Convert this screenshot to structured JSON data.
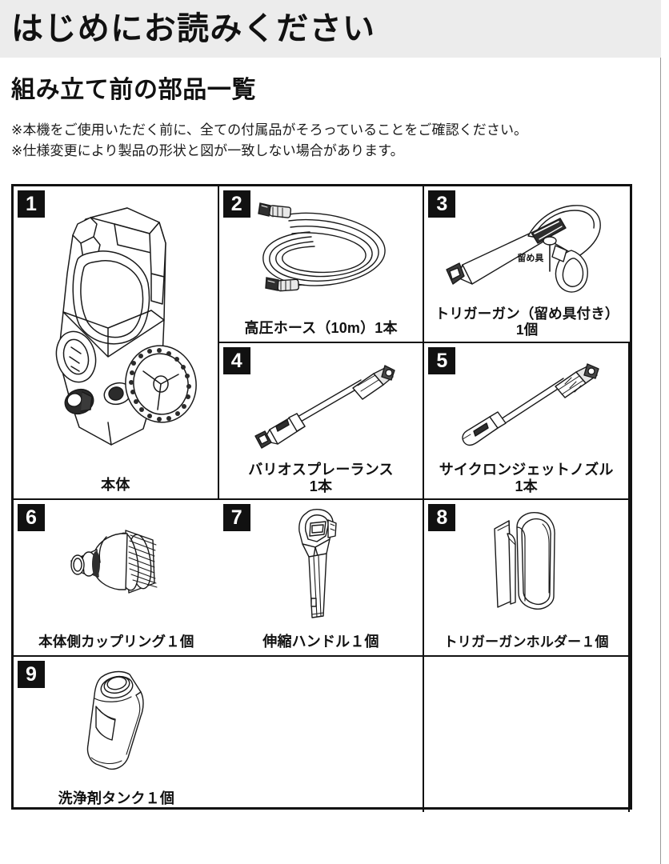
{
  "header": {
    "title": "はじめにお読みください",
    "band_color": "#ececec"
  },
  "section": {
    "heading": "組み立て前の部品一覧",
    "notes": [
      "※本機をご使用いただく前に、全ての付属品がそろっていることをご確認ください。",
      "※仕様変更により製品の形状と図が一致しない場合があります。"
    ]
  },
  "parts_table": {
    "columns": 3,
    "rows": 4,
    "items": [
      {
        "number": "1",
        "illustration": "pressure-washer-body",
        "caption_lines": [
          "本体"
        ]
      },
      {
        "number": "2",
        "illustration": "high-pressure-hose-coil",
        "caption_lines": [
          "高圧ホース（10m）1本"
        ]
      },
      {
        "number": "3",
        "illustration": "trigger-gun",
        "caption_lines": [
          "トリガーガン（留め具付き）",
          "1個"
        ],
        "callout": "留め具"
      },
      {
        "number": "4",
        "illustration": "vario-spray-lance",
        "caption_lines": [
          "バリオスプレーランス",
          "1本"
        ]
      },
      {
        "number": "5",
        "illustration": "cyclone-jet-nozzle",
        "caption_lines": [
          "サイクロンジェットノズル",
          "1本"
        ]
      },
      {
        "number": "6",
        "illustration": "body-side-coupling",
        "caption_lines": [
          "本体側カップリング１個"
        ]
      },
      {
        "number": "7",
        "illustration": "telescopic-handle",
        "caption_lines": [
          "伸縮ハンドル１個"
        ]
      },
      {
        "number": "8",
        "illustration": "trigger-gun-holder",
        "caption_lines": [
          "トリガーガンホルダー１個"
        ]
      },
      {
        "number": "9",
        "illustration": "detergent-tank",
        "caption_lines": [
          "洗浄剤タンク１個"
        ]
      }
    ]
  },
  "colors": {
    "ink": "#111111",
    "paper": "#ffffff",
    "band": "#ececec",
    "rule": "#9a9a9a"
  }
}
